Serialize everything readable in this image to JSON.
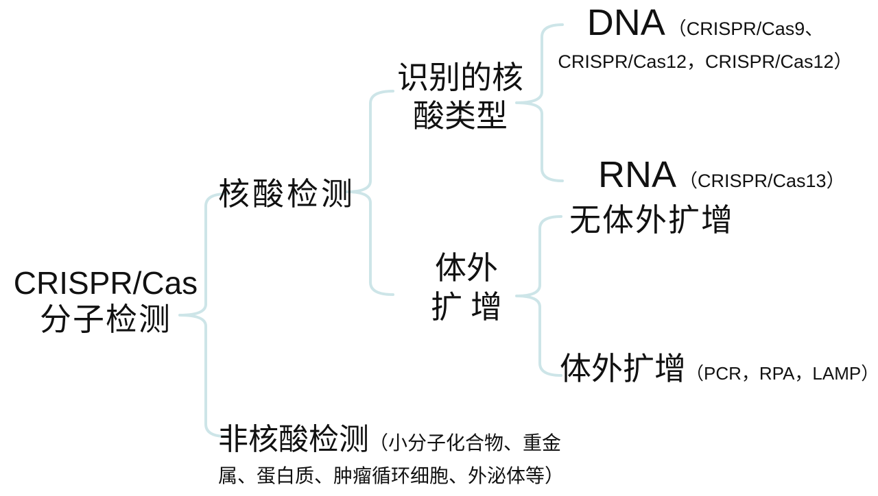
{
  "connector": {
    "color": "#cde5e8"
  },
  "text_color": "#111111",
  "nodes": {
    "root": {
      "line1": "CRISPR/Cas",
      "line2": "分子检测"
    },
    "nucleic_acid_detection": {
      "label": "核酸检测"
    },
    "recognized_acid_type": {
      "line1": "识别的核",
      "line2": "酸类型"
    },
    "in_vitro_amplification": {
      "line1": "体外",
      "line2": "扩增"
    },
    "dna": {
      "title": "DNA",
      "detail_line1": "（CRISPR/Cas9、",
      "detail_line2": "CRISPR/Cas12，CRISPR/Cas12）"
    },
    "rna": {
      "title": "RNA",
      "detail": "（CRISPR/Cas13）"
    },
    "no_amplification": {
      "label": "无体外扩增"
    },
    "with_amplification": {
      "title": "体外扩增",
      "detail": "（PCR，RPA，LAMP）"
    },
    "non_nucleic_detection": {
      "title": "非核酸检测",
      "detail_line1": "（小分子化合物、重金",
      "detail_line2": "属、蛋白质、肿瘤循环细胞、外泌体等）"
    }
  }
}
